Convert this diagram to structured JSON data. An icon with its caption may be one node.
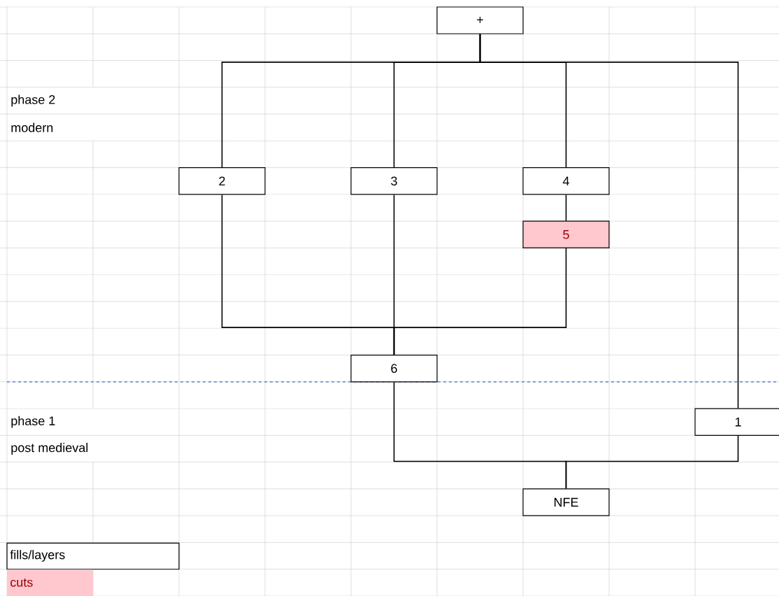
{
  "diagram": {
    "nodes": [
      {
        "text": [
          "+"
        ]
      },
      {
        "text": [
          "2"
        ]
      },
      {
        "text": [
          "3"
        ]
      },
      {
        "text": [
          "4"
        ]
      },
      {
        "text": [
          "5"
        ]
      },
      {
        "text": [
          "6"
        ]
      },
      {
        "text": [
          "1"
        ]
      },
      {
        "text": [
          "NFE"
        ]
      }
    ],
    "edges": [
      {
        "from": 0,
        "to": 1,
        "arrow": "none"
      },
      {
        "from": 0,
        "to": 2,
        "arrow": "none"
      },
      {
        "from": 0,
        "to": 3,
        "arrow": "none"
      },
      {
        "from": 0,
        "to": 6,
        "arrow": "none"
      },
      {
        "from": 3,
        "to": 4,
        "arrow": "none"
      },
      {
        "from": 1,
        "to": 5,
        "arrow": "none"
      },
      {
        "from": 2,
        "to": 5,
        "arrow": "none"
      },
      {
        "from": 4,
        "to": 5,
        "arrow": "none"
      },
      {
        "from": 5,
        "to": 7,
        "arrow": "none"
      },
      {
        "from": 6,
        "to": 7,
        "arrow": "none"
      }
    ],
    "labels": [
      "phase 2",
      "modern",
      "phase 1",
      "post medieval"
    ],
    "legend": [
      {
        "text": "fills/layers"
      },
      {
        "text": "cuts",
        "color": "#ffc7ce"
      }
    ]
  }
}
